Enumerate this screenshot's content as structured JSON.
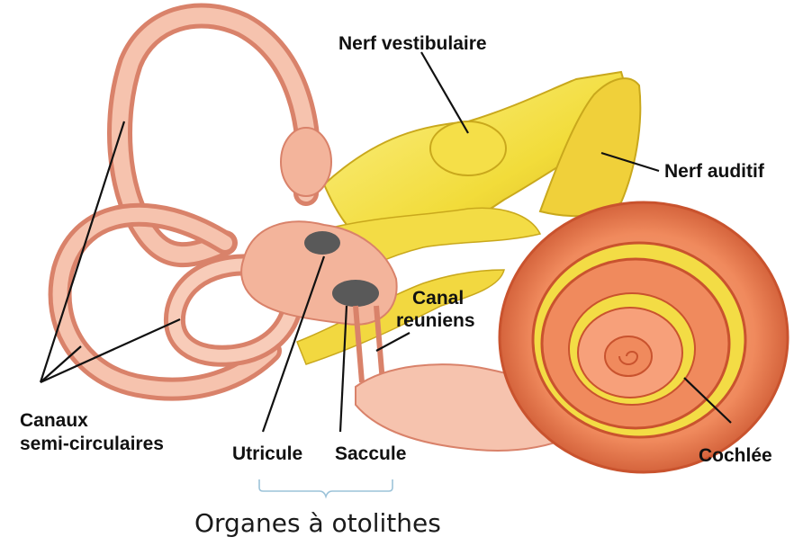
{
  "labels": {
    "nerf_vestibulaire": "Nerf vestibulaire",
    "nerf_auditif": "Nerf auditif",
    "canal_reuniens_line1": "Canal",
    "canal_reuniens_line2": "reuniens",
    "canaux_line1": "Canaux",
    "canaux_line2": "semi-circulaires",
    "utricule": "Utricule",
    "saccule": "Saccule",
    "cochlee": "Cochlée"
  },
  "caption": "Organes à otolithes",
  "colors": {
    "tissue": "#f3b49b",
    "tissue_light": "#fbd7c6",
    "tissue_dark": "#d9826a",
    "cochlea": "#f08a5d",
    "cochlea_dark": "#c9532e",
    "cochlea_light": "#fbb08e",
    "nerve": "#f2dc3a",
    "nerve_light": "#fbf08a",
    "nerve_dark": "#c9a81c",
    "otolith": "#595959",
    "bracket": "#9cc3d9",
    "leader": "#111111"
  }
}
